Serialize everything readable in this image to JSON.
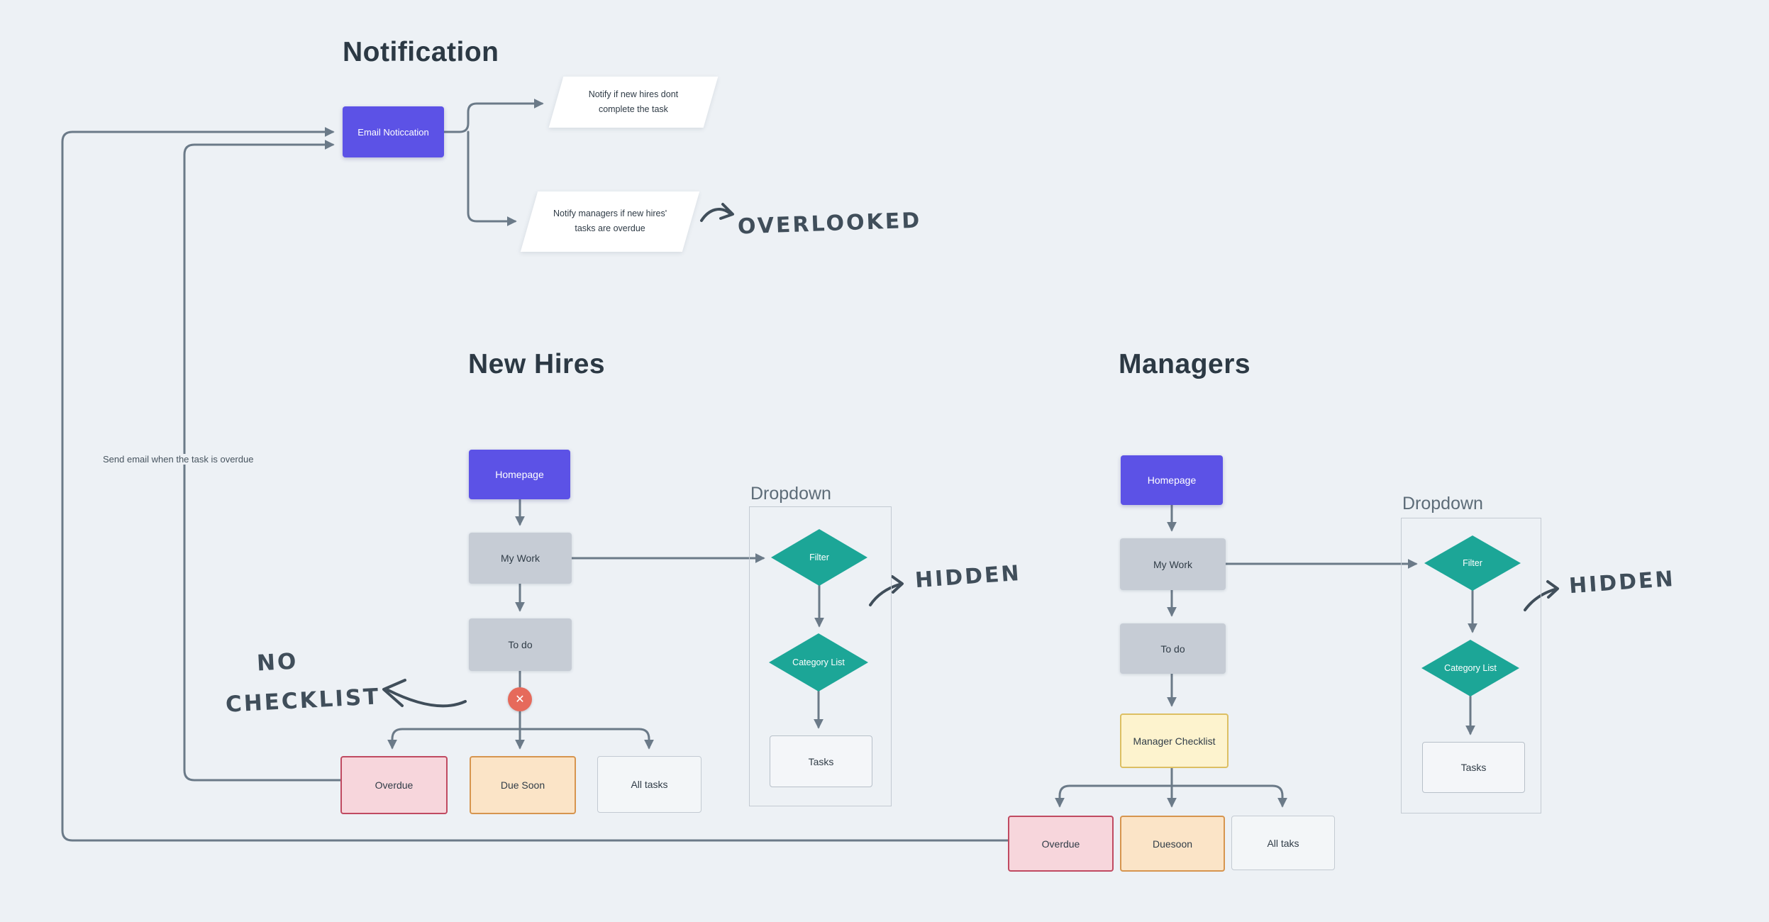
{
  "colors": {
    "background": "#edf1f5",
    "connector": "#6b7a88",
    "accent_purple": "#5c52e6",
    "node_gray": "#c6ccd5",
    "diamond_teal": "#1ca697",
    "overdue_pink": "#f7d6dc",
    "overdue_border": "#c04a61",
    "duesoon_orange": "#fbe4c7",
    "duesoon_border": "#d6954f",
    "checklist_yellow": "#fdf3ce",
    "checklist_border": "#dcbf63",
    "error_red": "#e66a5b",
    "handwriting": "#404e5a"
  },
  "titles": {
    "notification": "Notification",
    "new_hires": "New Hires",
    "managers": "Managers"
  },
  "nodes": {
    "email_notification": "Email Noticcation",
    "notify_incomplete": "Notify if new hires dont complete the task",
    "notify_managers": "Notify managers if new hires' tasks are overdue",
    "nh_homepage": "Homepage",
    "nh_my_work": "My Work",
    "nh_to_do": "To do",
    "nh_overdue": "Overdue",
    "nh_due_soon": "Due Soon",
    "nh_all_tasks": "All tasks",
    "mgr_homepage": "Homepage",
    "mgr_my_work": "My Work",
    "mgr_to_do": "To do",
    "mgr_checklist": "Manager Checklist",
    "mgr_overdue": "Overdue",
    "mgr_due_soon": "Duesoon",
    "mgr_all_tasks": "All taks",
    "x_mark": "✕"
  },
  "dropdown_left": {
    "label": "Dropdown",
    "filter": "Filter",
    "category": "Category List",
    "tasks": "Tasks"
  },
  "dropdown_right": {
    "label": "Dropdown",
    "filter": "Filter",
    "category": "Category List",
    "tasks": "Tasks"
  },
  "annotations": {
    "overlooked": "OVERLOOKED",
    "hidden_left": "HIDDEN",
    "hidden_right": "HIDDEN",
    "no_checklist_line1": "NO",
    "no_checklist_line2": "CHECKLIST",
    "send_email": "Send email when the task is overdue"
  }
}
